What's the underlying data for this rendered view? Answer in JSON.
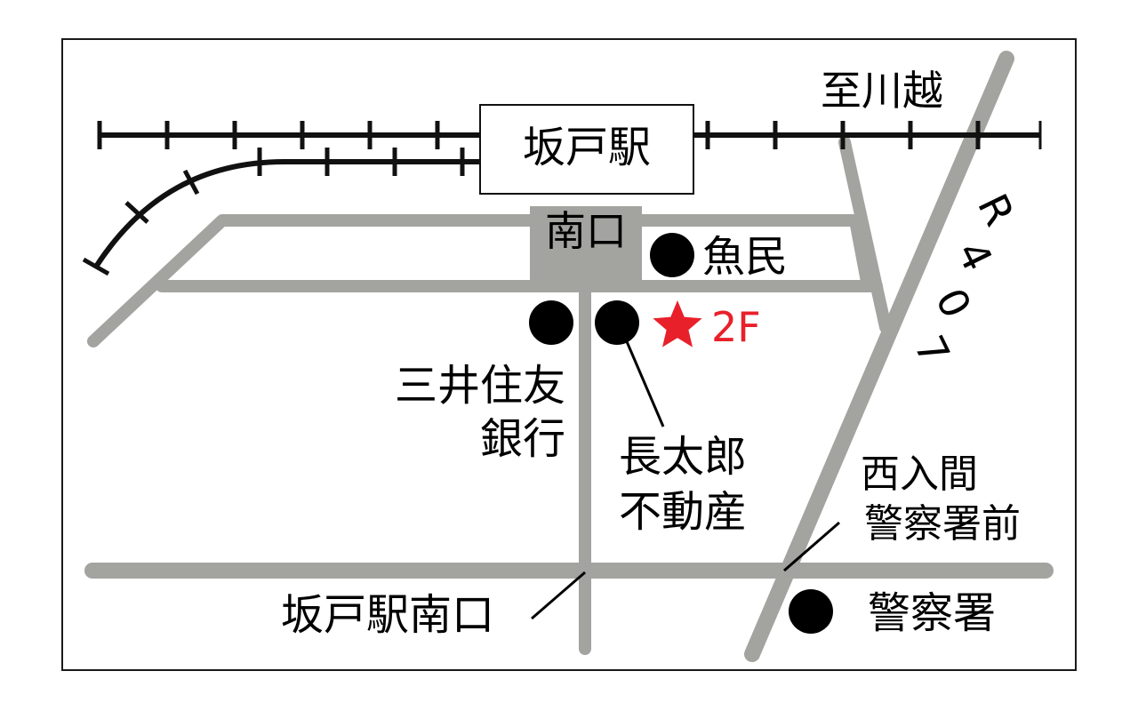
{
  "colors": {
    "road": "#a3a3a0",
    "rail": "#111111",
    "marker": "#000000",
    "highlight": "#e8202a",
    "frame": "#1a1a1a",
    "background": "#ffffff"
  },
  "station": {
    "name": "坂戸駅",
    "south_exit": "南口"
  },
  "direction": "至川越",
  "route": [
    "R",
    "4",
    "0",
    "7"
  ],
  "landmarks": {
    "uotami": "魚民",
    "bank": [
      "三井住友",
      "銀行"
    ],
    "realestate": [
      "長太郎",
      "不動産"
    ],
    "police": "警察署"
  },
  "target": {
    "icon": "star-icon",
    "floor": "2F"
  },
  "intersections": {
    "station_south": "坂戸駅南口",
    "police_front": [
      "西入間",
      "警察署前"
    ]
  }
}
